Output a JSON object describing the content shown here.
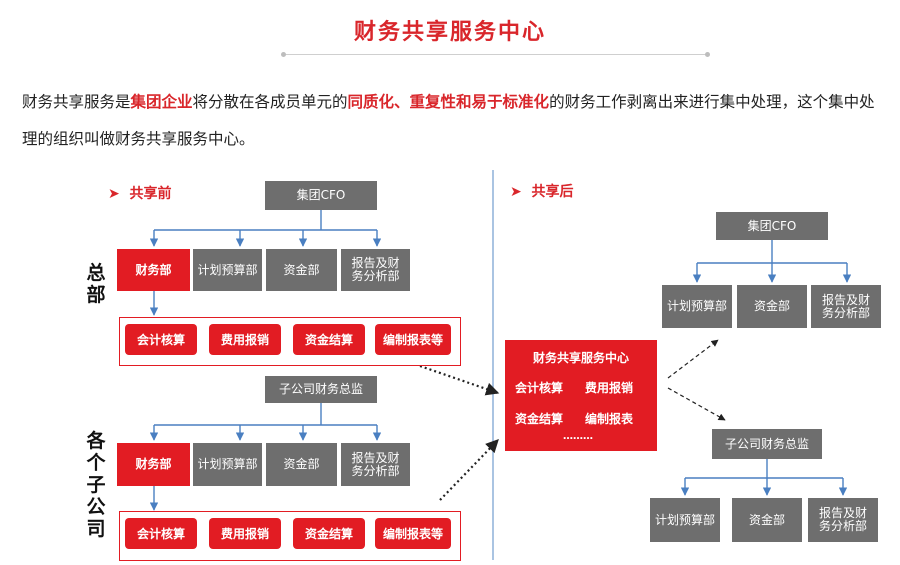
{
  "title": "财务共享服务中心",
  "intro": {
    "p1": "财务共享服务是",
    "h1": "集团企业",
    "p2": "将分散在各成员单元的",
    "h2": "同质化、重复性和易于标准化",
    "p3": "的财务工作剥离出来进行集中处理，这个集中处理的组织叫做财务共享服务中心。"
  },
  "before": {
    "label": "共享前",
    "hq_label": "总部",
    "sub_label": "各个子公司",
    "group_cfo": "集团CFO",
    "sub_director": "子公司财务总监",
    "hq_depts": {
      "finance": "财务部",
      "planning": "计划预算部",
      "funds": "资金部",
      "report": "报告及财务分析部"
    },
    "hq_tasks": [
      "会计核算",
      "费用报销",
      "资金结算",
      "编制报表等"
    ],
    "sub_depts": {
      "finance": "财务部",
      "planning": "计划预算部",
      "funds": "资金部",
      "report": "报告及财务分析部"
    },
    "sub_tasks": [
      "会计核算",
      "费用报销",
      "资金结算",
      "编制报表等"
    ]
  },
  "center": {
    "title": "财务共享服务中心",
    "t1": "会计核算",
    "t2": "费用报销",
    "t3": "资金结算",
    "t4": "编制报表",
    "dots": "………"
  },
  "after": {
    "label": "共享后",
    "group_cfo": "集团CFO",
    "depts": {
      "planning": "计划预算部",
      "funds": "资金部",
      "report": "报告及财务分析部"
    },
    "sub_director": "子公司财务总监",
    "sub_depts": {
      "planning": "计划预算部",
      "funds": "资金部",
      "report": "报告及财务分析部"
    }
  },
  "colors": {
    "red": "#e21c23",
    "gray": "#6e6e6e",
    "line": "#4a7fc1"
  },
  "icons": {
    "section_arrow": "chevron-right-icon"
  }
}
